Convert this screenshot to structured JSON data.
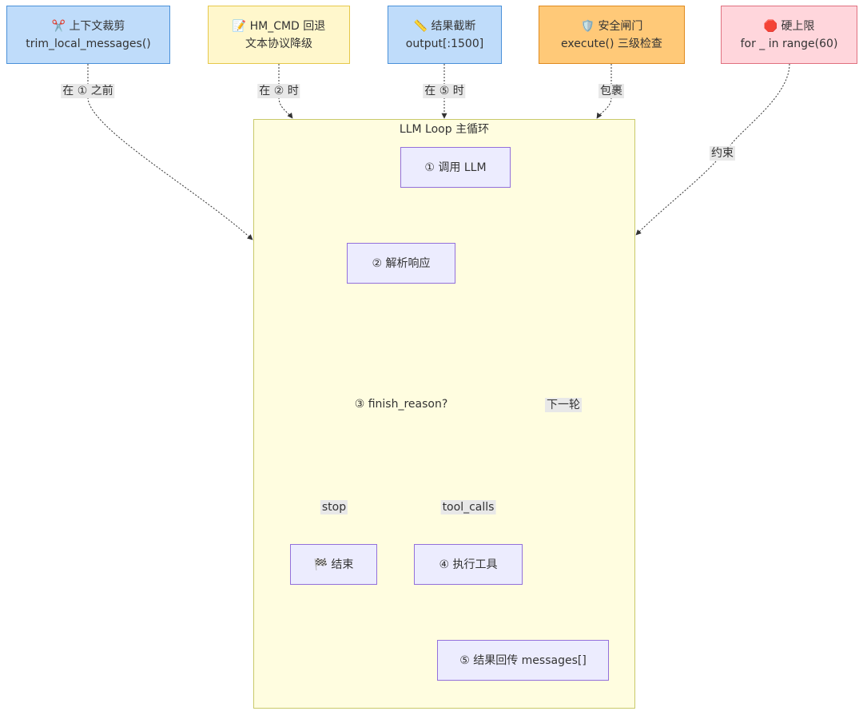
{
  "top_nodes": {
    "trim": {
      "icon": "✂️",
      "title": "上下文裁剪",
      "detail": "trim_local_messages()",
      "edge_label": "在 ① 之前",
      "fill": "#bfdcfa",
      "stroke": "#4a90d9"
    },
    "hmcmd": {
      "icon": "📝",
      "title": "HM_CMD 回退",
      "detail": "文本协议降级",
      "edge_label": "在 ② 时",
      "fill": "#fff7cc",
      "stroke": "#e6c84a"
    },
    "truncate": {
      "icon": "📏",
      "title": "结果截断",
      "detail": "output[:1500]",
      "edge_label": "在 ⑤ 时",
      "fill": "#bfdcfa",
      "stroke": "#4a90d9"
    },
    "security": {
      "icon": "🛡️",
      "title": "安全闸门",
      "detail": "execute() 三级检查",
      "edge_label": "包裹",
      "fill": "#ffc978",
      "stroke": "#e08a1e"
    },
    "limit": {
      "icon": "🛑",
      "title": "硬上限",
      "detail": "for _ in range(60)",
      "edge_label": "约束",
      "fill": "#ffd6dc",
      "stroke": "#e0707f"
    }
  },
  "loop": {
    "title": "LLM Loop 主循环",
    "call_llm": "① 调用 LLM",
    "parse": "② 解析响应",
    "finish": "③ finish_reason?",
    "end": "🏁 结束",
    "exec_tool": "④ 执行工具",
    "return": "⑤ 结果回传 messages[]",
    "label_stop": "stop",
    "label_tool_calls": "tool_calls",
    "label_next": "下一轮"
  },
  "colors": {
    "node_fill": "#ececfe",
    "node_stroke": "#9370db",
    "cluster_fill": "#fffde0",
    "edge": "#333333"
  }
}
